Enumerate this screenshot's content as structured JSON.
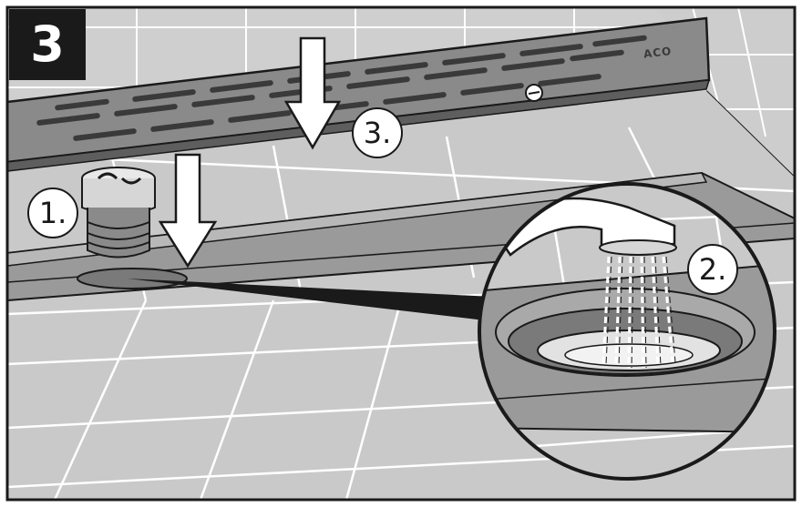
{
  "figure": {
    "step_number": "3",
    "callouts": [
      {
        "id": "1",
        "text": "1."
      },
      {
        "id": "2",
        "text": "2."
      },
      {
        "id": "3",
        "text": "3."
      }
    ],
    "logo_text": "ACO"
  },
  "colors": {
    "line": "#1a1a1a",
    "grate_fill": "#8a8a8a",
    "grate_slot": "#3a3a3a",
    "channel_fill": "#9a9a9a",
    "channel_dark": "#6e6e6e",
    "tile": "#c9c9c9",
    "tile_line": "#ffffff",
    "badge_bg": "#1a1a1a",
    "badge_fg": "#ffffff"
  }
}
